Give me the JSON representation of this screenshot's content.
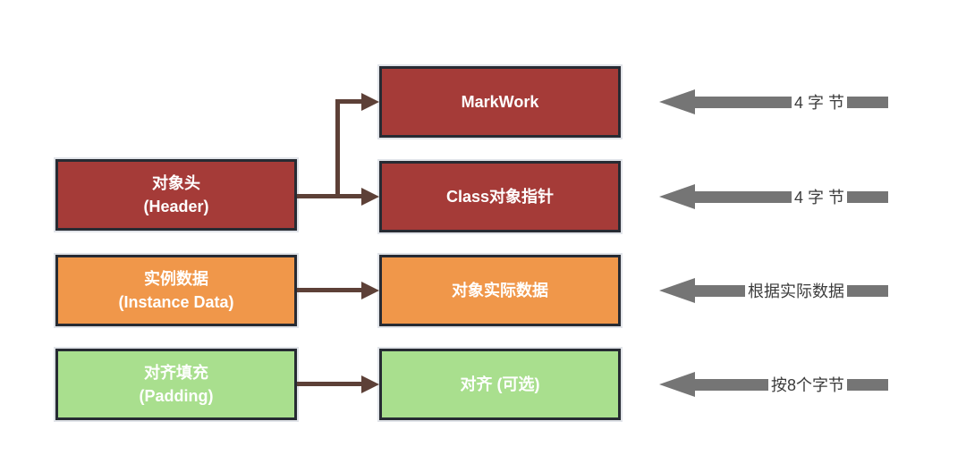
{
  "boxes": {
    "left": [
      {
        "title": "对象头",
        "subtitle": "(Header)",
        "fill": "#a53b38"
      },
      {
        "title": "实例数据",
        "subtitle": "(Instance Data)",
        "fill": "#f0974a"
      },
      {
        "title": "对齐填充",
        "subtitle": "(Padding)",
        "fill": "#a9df8e"
      }
    ],
    "right": [
      {
        "label": "MarkWork",
        "fill": "#a53b38"
      },
      {
        "label": "Class对象指针",
        "fill": "#a53b38"
      },
      {
        "label": "对象实际数据",
        "fill": "#f0974a"
      },
      {
        "label": "对齐 (可选)",
        "fill": "#a9df8e"
      }
    ]
  },
  "size_arrows": [
    {
      "label": "4 字 节"
    },
    {
      "label": "4 字 节"
    },
    {
      "label": "根据实际数据"
    },
    {
      "label": "按8个字节"
    }
  ],
  "connections": [
    {
      "from": "对象头 (Header)",
      "to": "MarkWork"
    },
    {
      "from": "对象头 (Header)",
      "to": "Class对象指针"
    },
    {
      "from": "实例数据 (Instance Data)",
      "to": "对象实际数据"
    },
    {
      "from": "对齐填充 (Padding)",
      "to": "对齐 (可选)"
    }
  ],
  "colors": {
    "box_border": "#272b33",
    "connector_arrow": "#5d4037",
    "size_arrow": "#757575",
    "size_label_text": "#3b3b3b",
    "box_text": "#ffffff",
    "background": "#ffffff"
  }
}
